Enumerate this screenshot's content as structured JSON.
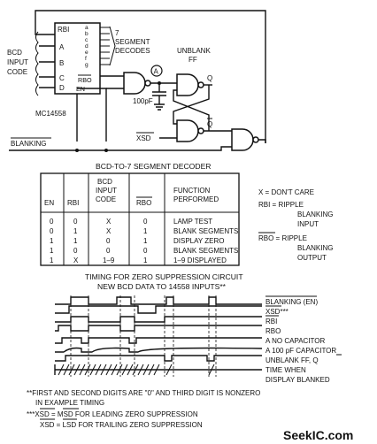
{
  "circuit": {
    "ic_pins_left": [
      "RBI",
      "A",
      "B",
      "C",
      "D"
    ],
    "ic_pins_right": [
      "a",
      "b",
      "c",
      "d",
      "e",
      "f",
      "g"
    ],
    "ic_pin_rbo": "RBO",
    "ic_pin_en": "EN",
    "ic_part": "MC14558",
    "input_label": [
      "BCD",
      "INPUT",
      "CODE"
    ],
    "decode_label": [
      "7",
      "SEGMENT",
      "DECODES"
    ],
    "ff_label": [
      "UNBLANK",
      "FF"
    ],
    "node_a": "A",
    "cap_value": "100pF",
    "q_label": "Q",
    "qbar_label": "Q",
    "xsd_label": "XSD",
    "blanking_label": "BLANKING"
  },
  "table": {
    "title": "BCD-TO-7 SEGMENT DECODER",
    "headers": {
      "en": "EN",
      "rbi": "RBI",
      "bcd": [
        "BCD",
        "INPUT",
        "CODE"
      ],
      "rbo": "RBO",
      "fn": [
        "FUNCTION",
        "PERFORMED"
      ]
    },
    "rows": [
      [
        "0",
        "0",
        "X",
        "0",
        "LAMP TEST"
      ],
      [
        "0",
        "1",
        "X",
        "1",
        "BLANK SEGMENTS"
      ],
      [
        "1",
        "1",
        "0",
        "1",
        "DISPLAY ZERO"
      ],
      [
        "1",
        "0",
        "0",
        "0",
        "BLANK SEGMENTS"
      ],
      [
        "1",
        "X",
        "1–9",
        "1",
        "1–9 DISPLAYED"
      ]
    ],
    "legend": [
      "X = DON'T CARE",
      "RBI = RIPPLE",
      "BLANKING",
      "INPUT",
      "RBO = RIPPLE",
      "BLANKING",
      "OUTPUT"
    ]
  },
  "timing": {
    "title1": "TIMING FOR ZERO SUPPRESSION CIRCUIT",
    "title2": "NEW BCD DATA TO 14558 INPUTS**",
    "labels": [
      "BLANKING (EN)",
      "XSD***",
      "RBI",
      "RBO",
      "A   NO CAPACITOR",
      "A   100 pF CAPACITOR",
      "UNBLANK FF, Q",
      "TIME WHEN",
      "DISPLAY BLANKED"
    ]
  },
  "notes": [
    "**FIRST AND SECOND DIGITS ARE \"0\" AND THIRD DIGIT IS NONZERO",
    "IN EXAMPLE TIMING",
    "***XSD = MSD FOR LEADING ZERO SUPPRESSION",
    "XSD = LSD FOR TRAILING ZERO SUPPRESSION"
  ],
  "watermark": "SeekIC.com"
}
